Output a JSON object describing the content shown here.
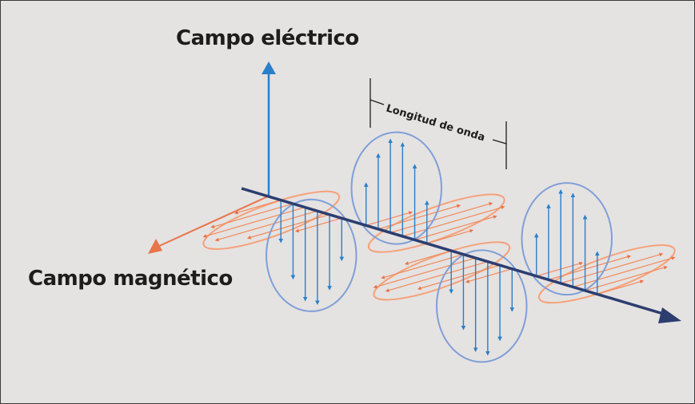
{
  "diagram": {
    "title": "Onda electromagnética",
    "labels": {
      "electric_field": "Campo eléctrico",
      "magnetic_field": "Campo magnético",
      "wavelength": "Longitud de onda"
    },
    "components": [
      {
        "name": "electric-field",
        "color": "#2a7fc9",
        "direction": "vertical",
        "lobes": 4
      },
      {
        "name": "magnetic-field",
        "color": "#f08a5a",
        "direction": "horizontal",
        "lobes": 4
      },
      {
        "name": "propagation-axis",
        "color": "#2c3e70"
      }
    ],
    "colors": {
      "background": "#e5e2e2",
      "electric_arrow": "#2a7fc9",
      "electric_ellipse": "#7f9fd6",
      "magnetic": "#f08a5a",
      "magnetic_outline": "#f4a27a",
      "axis": "#2c3e70",
      "text": "#1d1d1b"
    }
  }
}
